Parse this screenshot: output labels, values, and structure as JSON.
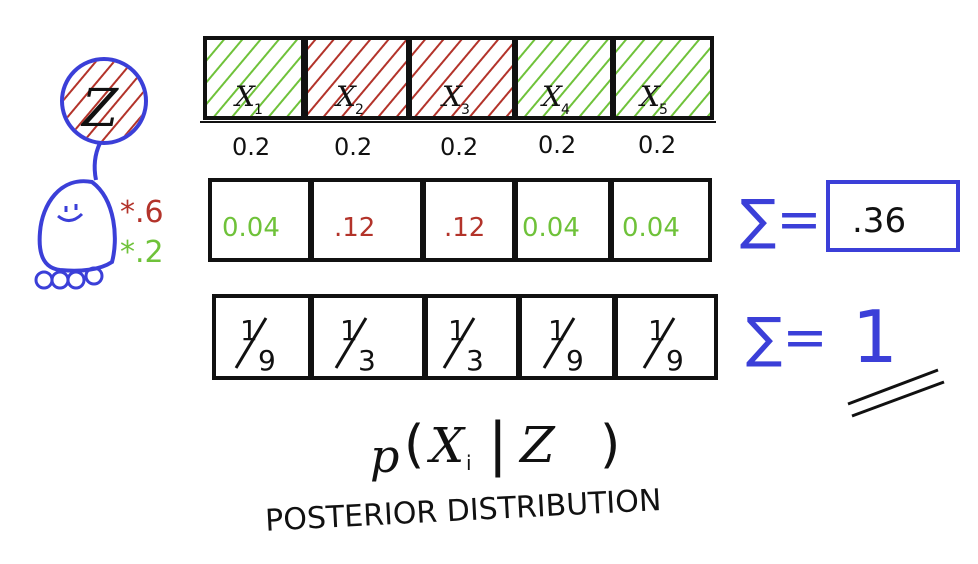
{
  "colors": {
    "ink": "#111111",
    "blue": "#3b3fd8",
    "red": "#b3332a",
    "green": "#6fc23a"
  },
  "robot": {
    "measurement_label": "Z",
    "measurement_color": "red"
  },
  "multipliers": [
    {
      "text": "*.6",
      "color": "red"
    },
    {
      "text": "*.2",
      "color": "green"
    }
  ],
  "row1": {
    "cells": [
      {
        "label": "X",
        "sub": "1",
        "color": "green",
        "prior": "0.2"
      },
      {
        "label": "X",
        "sub": "2",
        "color": "red",
        "prior": "0.2"
      },
      {
        "label": "X",
        "sub": "3",
        "color": "red",
        "prior": "0.2"
      },
      {
        "label": "X",
        "sub": "4",
        "color": "green",
        "prior": "0.2"
      },
      {
        "label": "X",
        "sub": "5",
        "color": "green",
        "prior": "0.2"
      }
    ]
  },
  "row2": {
    "cells": [
      {
        "text": "0.04",
        "color": "green"
      },
      {
        "text": ".12",
        "color": "red"
      },
      {
        "text": ".12",
        "color": "red"
      },
      {
        "text": "0.04",
        "color": "green"
      },
      {
        "text": "0.04",
        "color": "green"
      }
    ],
    "sum_symbol": "∑=",
    "sum_value": ".36"
  },
  "row3": {
    "cells": [
      {
        "num": "1",
        "den": "9"
      },
      {
        "num": "1",
        "den": "3"
      },
      {
        "num": "1",
        "den": "3"
      },
      {
        "num": "1",
        "den": "9"
      },
      {
        "num": "1",
        "den": "9"
      }
    ],
    "sum_symbol": "∑=",
    "sum_value": "1"
  },
  "formula": {
    "p": "p",
    "open": "(",
    "x": "X",
    "sub": "i",
    "bar": "|",
    "z": "Z",
    "close": ")"
  },
  "caption": "POSTERIOR DISTRIBUTION"
}
